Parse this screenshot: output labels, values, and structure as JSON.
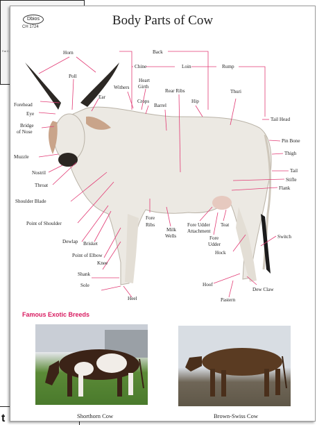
{
  "page": {
    "title": "Body Parts of Cow",
    "logo_text": "Dbios",
    "code": "CH 1724",
    "breeds_heading": "Famous Exotic Breeds",
    "breeds": [
      {
        "name": "Shorthorn Cow"
      },
      {
        "name": "Brown-Swiss Cow"
      }
    ],
    "background_fragment": "Fat C...",
    "bottom_fragment": "t"
  },
  "parts": [
    {
      "id": "horn",
      "text": "Horn"
    },
    {
      "id": "poll",
      "text": "Poll"
    },
    {
      "id": "forehead",
      "text": "Forehead"
    },
    {
      "id": "eye",
      "text": "Eye"
    },
    {
      "id": "bridge1",
      "text": "Bridge"
    },
    {
      "id": "bridge2",
      "text": "of Nose"
    },
    {
      "id": "ear",
      "text": "Ear"
    },
    {
      "id": "muzzle",
      "text": "Muzzle"
    },
    {
      "id": "nostril",
      "text": "Nostril"
    },
    {
      "id": "throat",
      "text": "Throat"
    },
    {
      "id": "shoulder_blade",
      "text": "Shoulder Blade"
    },
    {
      "id": "point_shoulder",
      "text": "Point of Shoulder"
    },
    {
      "id": "dewlap",
      "text": "Dewlap"
    },
    {
      "id": "brisket",
      "text": "Brisket"
    },
    {
      "id": "point_elbow",
      "text": "Point of Elbow"
    },
    {
      "id": "knee",
      "text": "Knee"
    },
    {
      "id": "shank",
      "text": "Shank"
    },
    {
      "id": "sole",
      "text": "Sole"
    },
    {
      "id": "heel",
      "text": "Heel"
    },
    {
      "id": "back",
      "text": "Back"
    },
    {
      "id": "chine",
      "text": "Chine"
    },
    {
      "id": "loin",
      "text": "Loin"
    },
    {
      "id": "rump",
      "text": "Rump"
    },
    {
      "id": "withers",
      "text": "Withers"
    },
    {
      "id": "heart1",
      "text": "Heart"
    },
    {
      "id": "heart2",
      "text": "Girth"
    },
    {
      "id": "crops",
      "text": "Crops"
    },
    {
      "id": "rear_ribs",
      "text": "Rear Ribs"
    },
    {
      "id": "barrel",
      "text": "Barrel"
    },
    {
      "id": "hip",
      "text": "Hip"
    },
    {
      "id": "thuri",
      "text": "Thuri"
    },
    {
      "id": "tail_head",
      "text": "Tail Head"
    },
    {
      "id": "pin_bone",
      "text": "Pin Bone"
    },
    {
      "id": "thigh",
      "text": "Thigh"
    },
    {
      "id": "tail",
      "text": "Tail"
    },
    {
      "id": "stifle",
      "text": "Stifle"
    },
    {
      "id": "flank",
      "text": "Flank"
    },
    {
      "id": "fore_ribs1",
      "text": "Fore"
    },
    {
      "id": "fore_ribs2",
      "text": "Ribs"
    },
    {
      "id": "milk_wells1",
      "text": "Milk"
    },
    {
      "id": "milk_wells2",
      "text": "Wells"
    },
    {
      "id": "fore_udder_att1",
      "text": "Fore Udder"
    },
    {
      "id": "fore_udder_att2",
      "text": "Attachment"
    },
    {
      "id": "teat",
      "text": "Teat"
    },
    {
      "id": "fore_udder1",
      "text": "Fore"
    },
    {
      "id": "fore_udder2",
      "text": "Udder"
    },
    {
      "id": "hock",
      "text": "Hock"
    },
    {
      "id": "switch",
      "text": "Switch"
    },
    {
      "id": "hoof",
      "text": "Hoof"
    },
    {
      "id": "dew_claw",
      "text": "Dew Claw"
    },
    {
      "id": "pastern",
      "text": "Pastern"
    }
  ]
}
